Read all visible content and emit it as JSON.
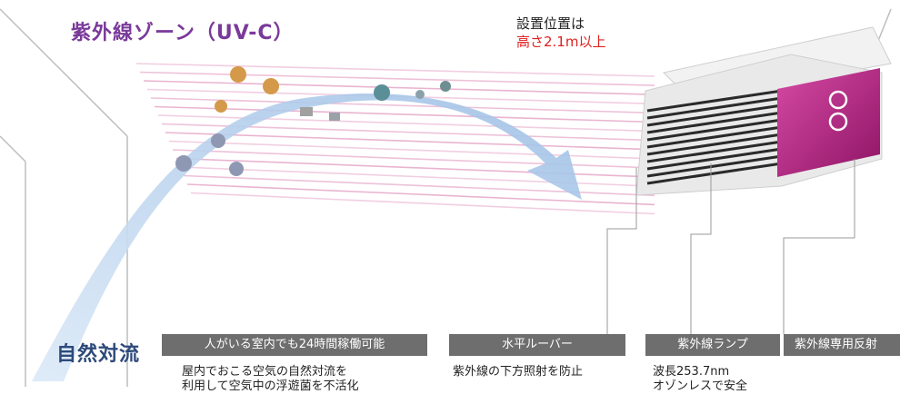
{
  "title": "紫外線ゾーン（UV-C）",
  "install": {
    "line1": "設置位置は",
    "line2": "高さ2.1m以上"
  },
  "natural_convection": "自然対流",
  "labels": {
    "people": "人がいる室内でも24時間稼働可能",
    "louver": "水平ルーバー",
    "lamp": "紫外線ランプ",
    "reflector": "紫外線専用反射"
  },
  "descriptions": {
    "people": [
      "屋内でおこる空気の自然対流を",
      "利用して空気中の浮遊菌を不活化"
    ],
    "louver": [
      "紫外線の下方照射を防止"
    ],
    "lamp": [
      "波長253.7nm",
      "オゾンレスで安全"
    ]
  },
  "colors": {
    "accent_purple": "#7a3a9a",
    "warning_red": "#e02020",
    "label_bg": "#6e6e6e",
    "uv_line": "#e6a7c8",
    "arrow": "#a9c7e8",
    "fixture_magenta": "#c22a8e"
  }
}
